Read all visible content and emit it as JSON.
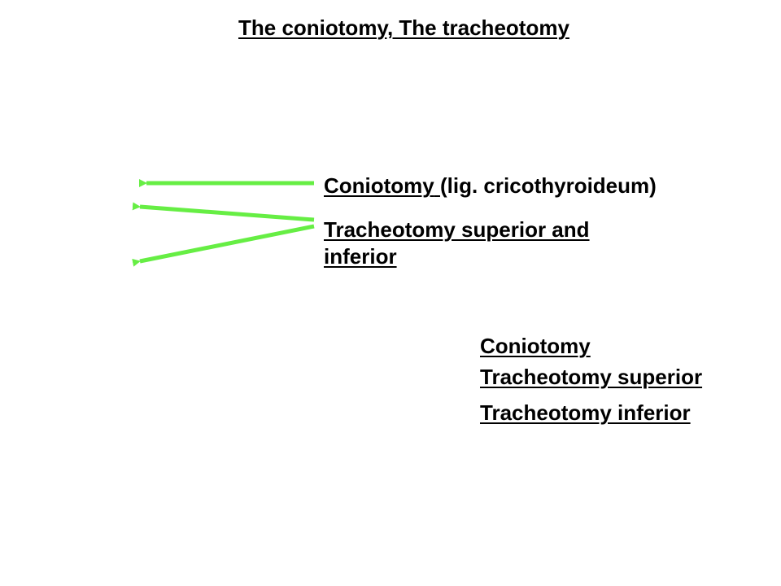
{
  "title": "The coniotomy, The tracheotomy",
  "labels": {
    "coniotomy_term": "Coniotomy",
    "coniotomy_note": "(lig. cricothyroideum)",
    "tracheotomy": "Tracheotomy superior and inferior"
  },
  "legend": {
    "item1": "Coniotomy",
    "item2": "Tracheotomy superior",
    "item3": "Tracheotomy inferior"
  },
  "colors": {
    "arrow": "#66ee44",
    "text": "#000000"
  }
}
